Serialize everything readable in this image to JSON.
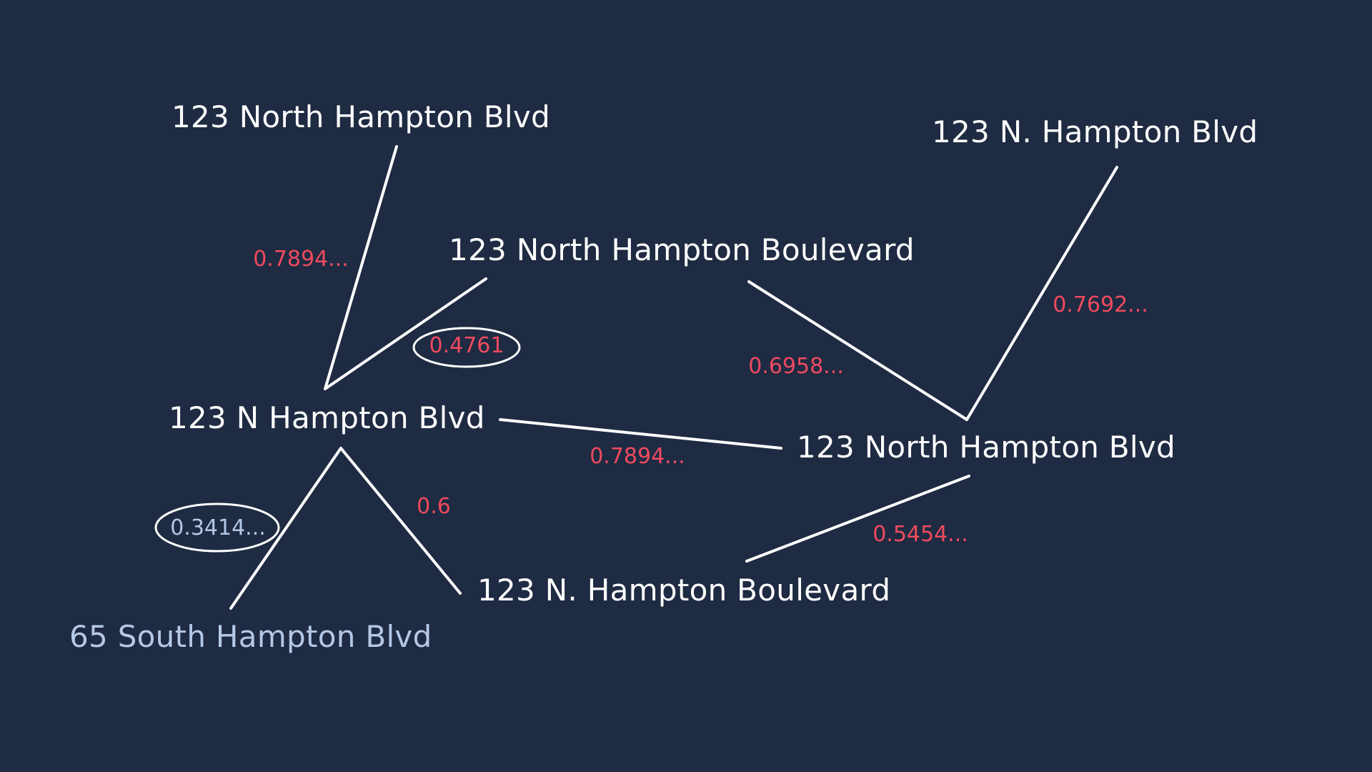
{
  "colors": {
    "background": "#1e2b42",
    "line": "#ffffff",
    "node_text": "#ffffff",
    "muted_text": "#b4c8e6",
    "score_text": "#f04a5f"
  },
  "nodes": [
    {
      "id": "n_north_hampton_blvd_top",
      "label": "123 North Hampton Blvd"
    },
    {
      "id": "n_n_dot_hampton_blvd_top",
      "label": "123 N. Hampton Blvd"
    },
    {
      "id": "n_north_hampton_boulevard",
      "label": "123 North Hampton Boulevard"
    },
    {
      "id": "n_n_hampton_blvd",
      "label": "123 N Hampton Blvd"
    },
    {
      "id": "n_north_hampton_blvd_right",
      "label": "123 North Hampton Blvd"
    },
    {
      "id": "n_n_dot_hampton_boulevard",
      "label": "123 N. Hampton Boulevard"
    },
    {
      "id": "n_south_hampton_blvd",
      "label": "65 South Hampton Blvd"
    }
  ],
  "edges": [
    {
      "from": "n_n_hampton_blvd",
      "to": "n_north_hampton_blvd_top",
      "score": "0.7894...",
      "circled": false
    },
    {
      "from": "n_n_hampton_blvd",
      "to": "n_north_hampton_boulevard",
      "score": "0.4761",
      "circled": true
    },
    {
      "from": "n_n_hampton_blvd",
      "to": "n_north_hampton_blvd_right",
      "score": "0.7894...",
      "circled": false
    },
    {
      "from": "n_n_hampton_blvd",
      "to": "n_south_hampton_blvd",
      "score": "0.3414...",
      "circled": true
    },
    {
      "from": "n_n_hampton_blvd",
      "to": "n_n_dot_hampton_boulevard",
      "score": "0.6",
      "circled": false
    },
    {
      "from": "n_north_hampton_blvd_right",
      "to": "n_north_hampton_boulevard",
      "score": "0.6958...",
      "circled": false
    },
    {
      "from": "n_north_hampton_blvd_right",
      "to": "n_n_dot_hampton_blvd_top",
      "score": "0.7692...",
      "circled": false
    },
    {
      "from": "n_north_hampton_blvd_right",
      "to": "n_n_dot_hampton_boulevard",
      "score": "0.5454...",
      "circled": false
    }
  ]
}
